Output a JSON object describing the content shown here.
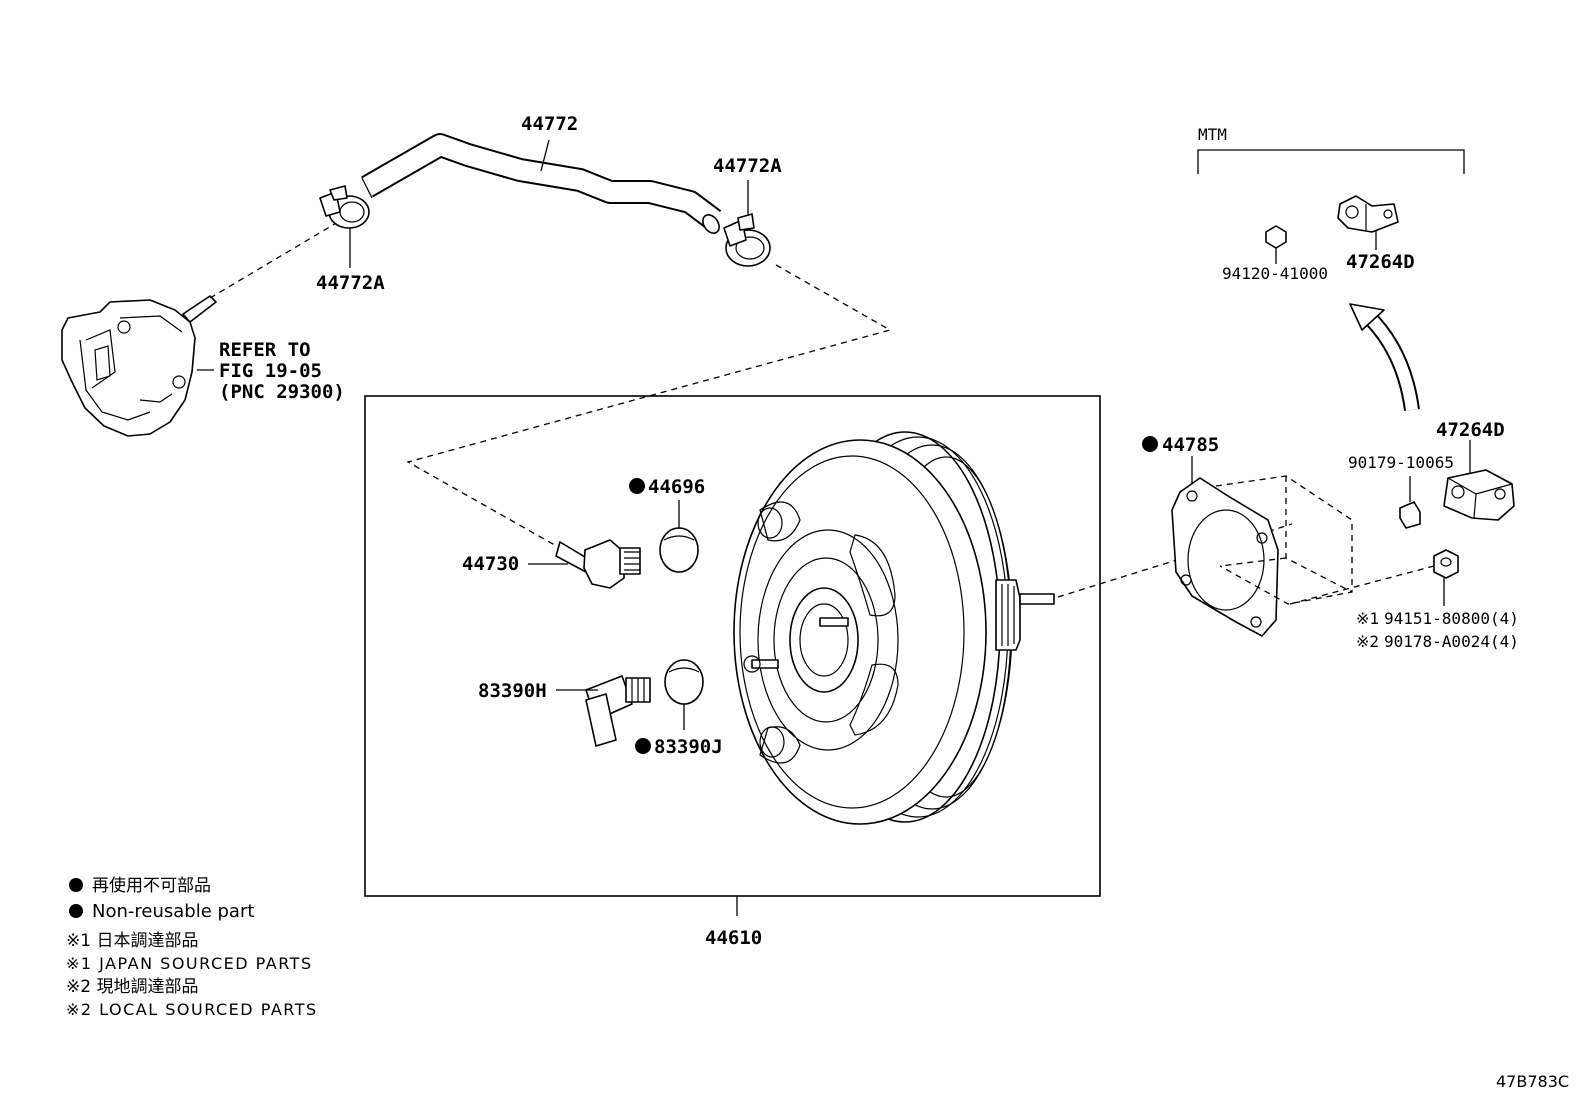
{
  "labels": {
    "hose": "44772",
    "clamp_left": "44772A",
    "clamp_right": "44772A",
    "mtm": "MTM",
    "nut_mtm": "94120-41000",
    "bracket_mtm": "47264D",
    "bracket": "47264D",
    "pin": "90179-10065",
    "gasket": "44785",
    "grommet": "44696",
    "check_valve": "44730",
    "sensor": "83390H",
    "sensor_grommet": "83390J",
    "booster_assy": "44610",
    "nut_japan": "94151-80800(4)",
    "nut_local": "90178-A0024(4)",
    "mark_1": "※1",
    "mark_2": "※2",
    "refer_line1": "REFER TO",
    "refer_line2": "FIG 19-05",
    "refer_line3": "(PNC 29300)"
  },
  "legend": {
    "non_reusable_jp": "再使用不可部品",
    "non_reusable_en": "Non-reusable part",
    "japan_jp": "※1 日本調達部品",
    "japan_en": "※1 JAPAN SOURCED PARTS",
    "local_jp": "※2 現地調達部品",
    "local_en": "※2 LOCAL SOURCED PARTS"
  },
  "figure_code": "47B783C"
}
